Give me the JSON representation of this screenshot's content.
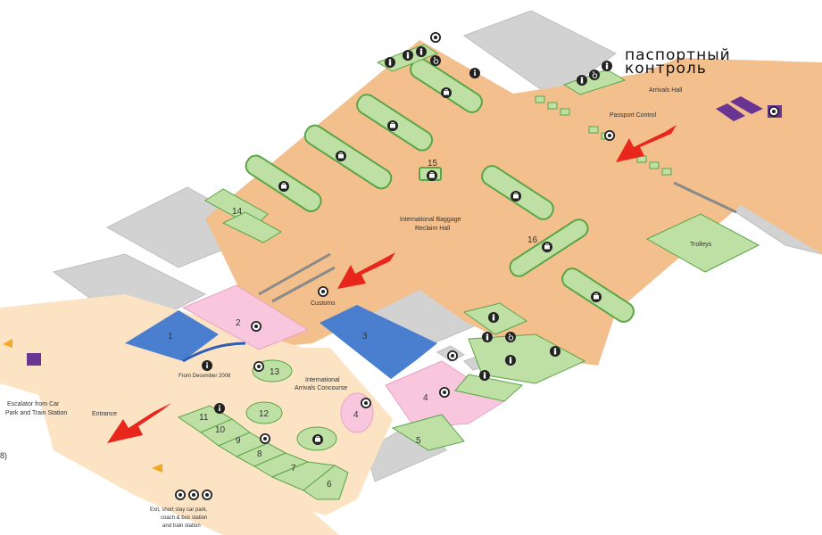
{
  "annotation": {
    "ru_label": "паспортный контроль"
  },
  "areas": {
    "arrivals_hall": "Arrivals Hall",
    "passport_control": "Passport Control",
    "baggage_reclaim": [
      "International Baggage",
      "Reclaim Hall"
    ],
    "trolleys": "Trolleys",
    "customs": "Customs",
    "arrivals_concourse": [
      "International",
      "Arrivals Concourse"
    ],
    "from_december": "From December 2008",
    "escalator": [
      "Escalator from Car",
      "Park and Train Station"
    ],
    "entrance": "Entrance",
    "exit": [
      "Exit, short stay car park,",
      "coach & bus station",
      "and train station"
    ],
    "edge_text": "8)"
  },
  "numbers": {
    "n1": "1",
    "n2": "2",
    "n3": "3",
    "n4a": "4",
    "n4b": "4",
    "n5": "5",
    "n6": "6",
    "n7": "7",
    "n8": "8",
    "n9": "9",
    "n10": "10",
    "n11": "11",
    "n12": "12",
    "n13": "13",
    "n14": "14",
    "n15": "15",
    "n16": "16"
  },
  "colors": {
    "floor": "#f3bf8d",
    "floor_light": "#fbe3c4",
    "green": "#bfe0a5",
    "green_stroke": "#5aa546",
    "pink": "#f8c6dd",
    "blue": "#4a7fcf",
    "blue_dark": "#2e5db3",
    "grey": "#d2d2d2",
    "arrow": "#e8261c",
    "purple": "#6a3592"
  },
  "icons": [
    "toilet-icon",
    "baby-change-icon",
    "accessible-icon",
    "info-icon",
    "baggage-icon",
    "lift-icon",
    "phone-icon",
    "parking-icon",
    "taxi-icon",
    "atm-icon"
  ]
}
